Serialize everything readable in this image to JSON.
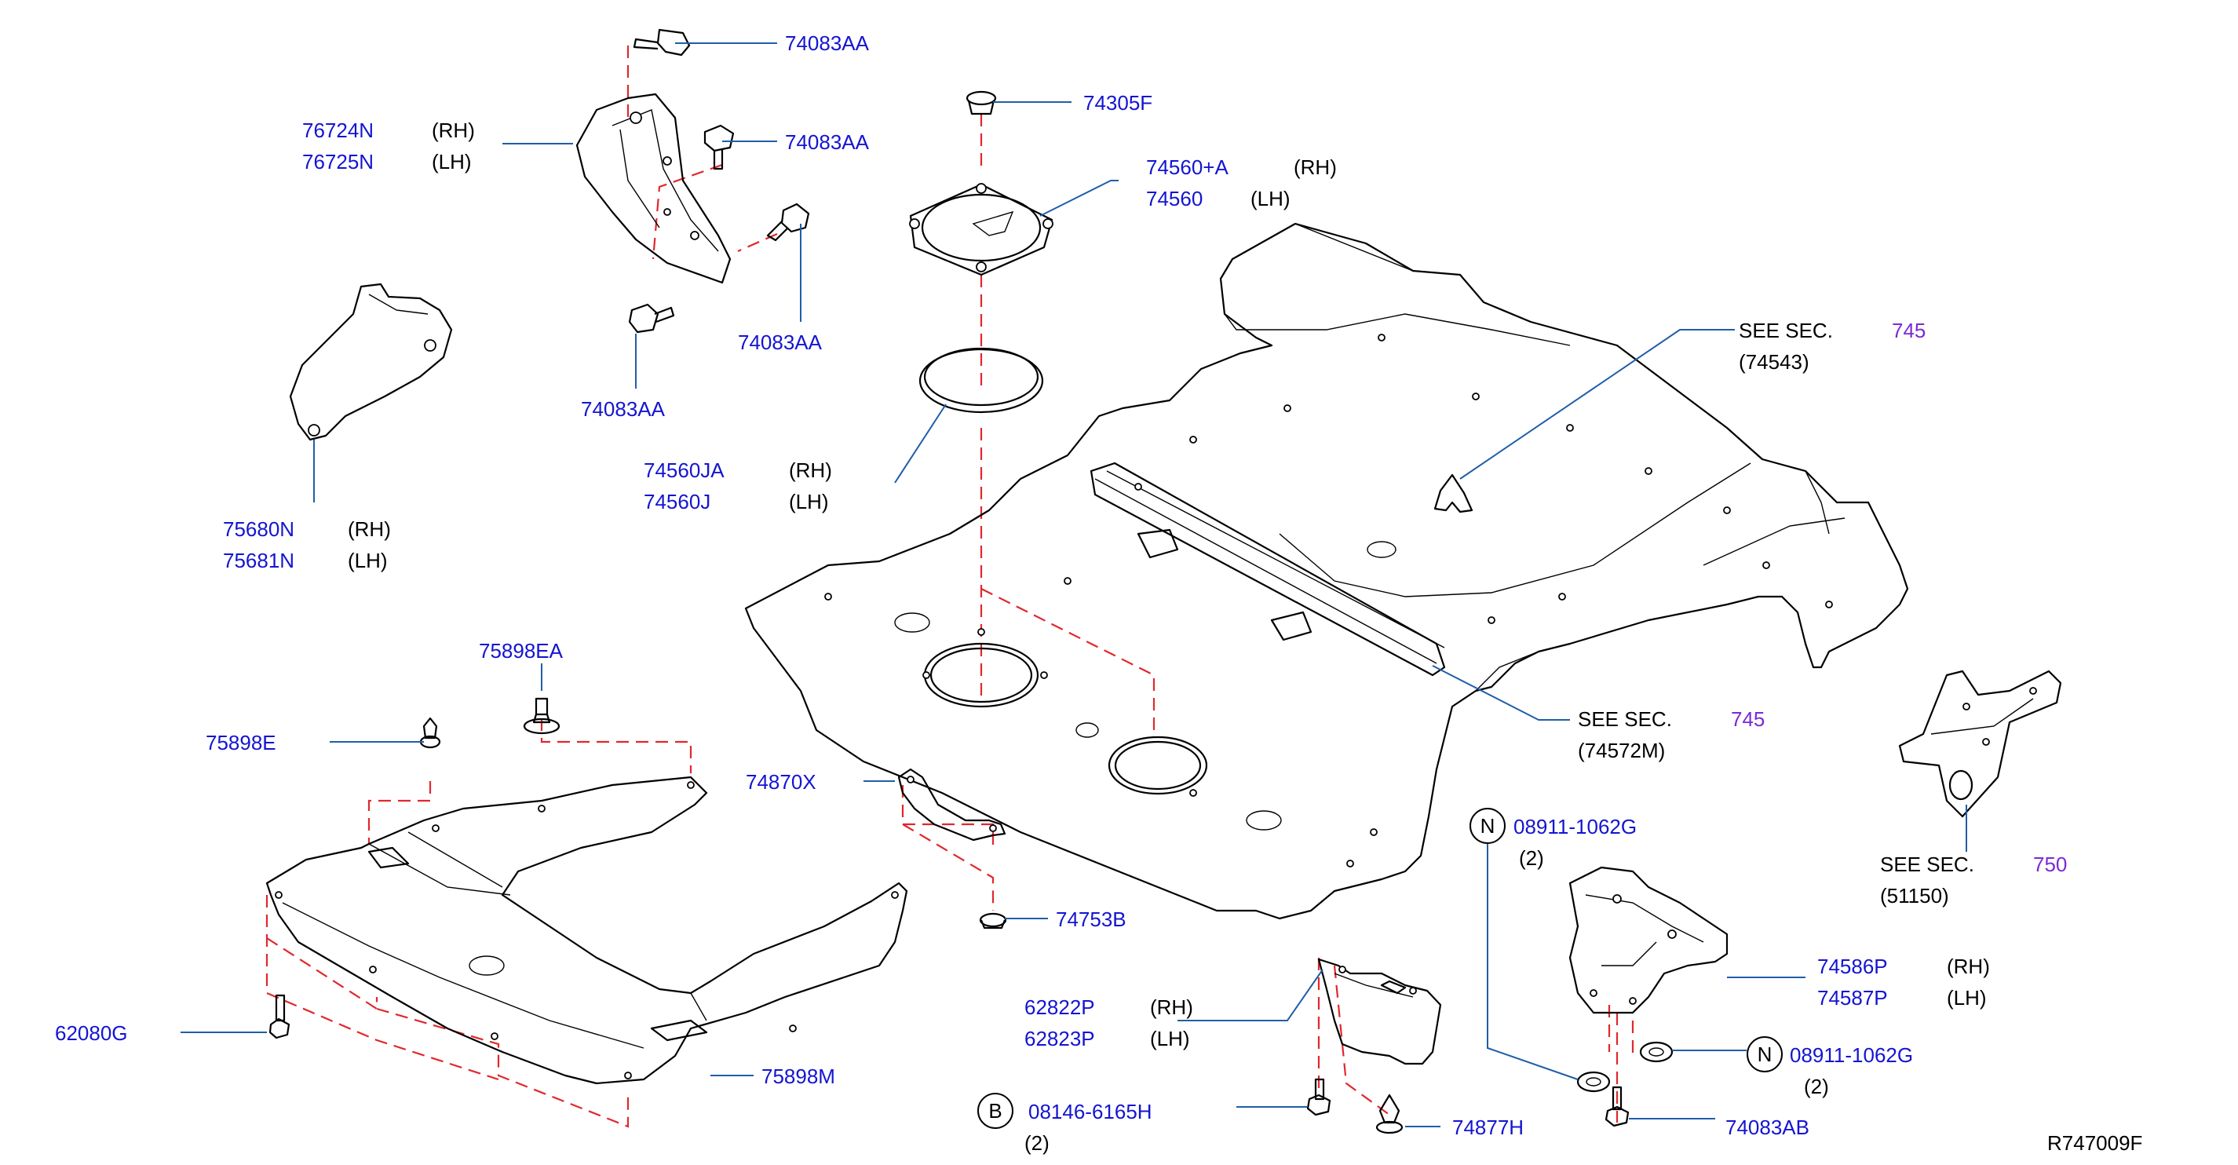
{
  "diagram_ref": "R747009F",
  "colors": {
    "part_number": "#1414d2",
    "section_number": "#7a2ad6",
    "leader_line": "#1f5ea8",
    "dashed_guide": "#e0282d"
  },
  "labels": {
    "p74083aa_a": "74083AA",
    "p74083aa_b": "74083AA",
    "p74083aa_c": "74083AA",
    "p74083aa_d": "74083AA",
    "p76724n": "76724N",
    "p76725n": "76725N",
    "rh": "(RH)",
    "lh": "(LH)",
    "p74305f": "74305F",
    "p74560a": "74560+A",
    "p74560": "74560",
    "p74560ja": "74560JA",
    "p74560j": "74560J",
    "p75680n": "75680N",
    "p75681n": "75681N",
    "see_sec": "SEE   SEC.",
    "sec745_a": "745",
    "ref74543": "(74543)",
    "sec745_b": "745",
    "ref74572m": "(74572M)",
    "sec750": "750",
    "ref51150": "(51150)",
    "p75898ea": "75898EA",
    "p75898e": "75898E",
    "p74870x": "74870X",
    "p74753b": "74753B",
    "p62080g": "62080G",
    "p75898m": "75898M",
    "p62822p": "62822P",
    "p62823p": "62823P",
    "p08911_a": "08911-1062G",
    "qty2": "(2)",
    "p08911_b": "08911-1062G",
    "p74586p": "74586P",
    "p74587p": "74587P",
    "p08146": "08146-6165H",
    "p74877h": "74877H",
    "p74083ab": "74083AB",
    "badge_n": "N",
    "badge_b": "B"
  }
}
